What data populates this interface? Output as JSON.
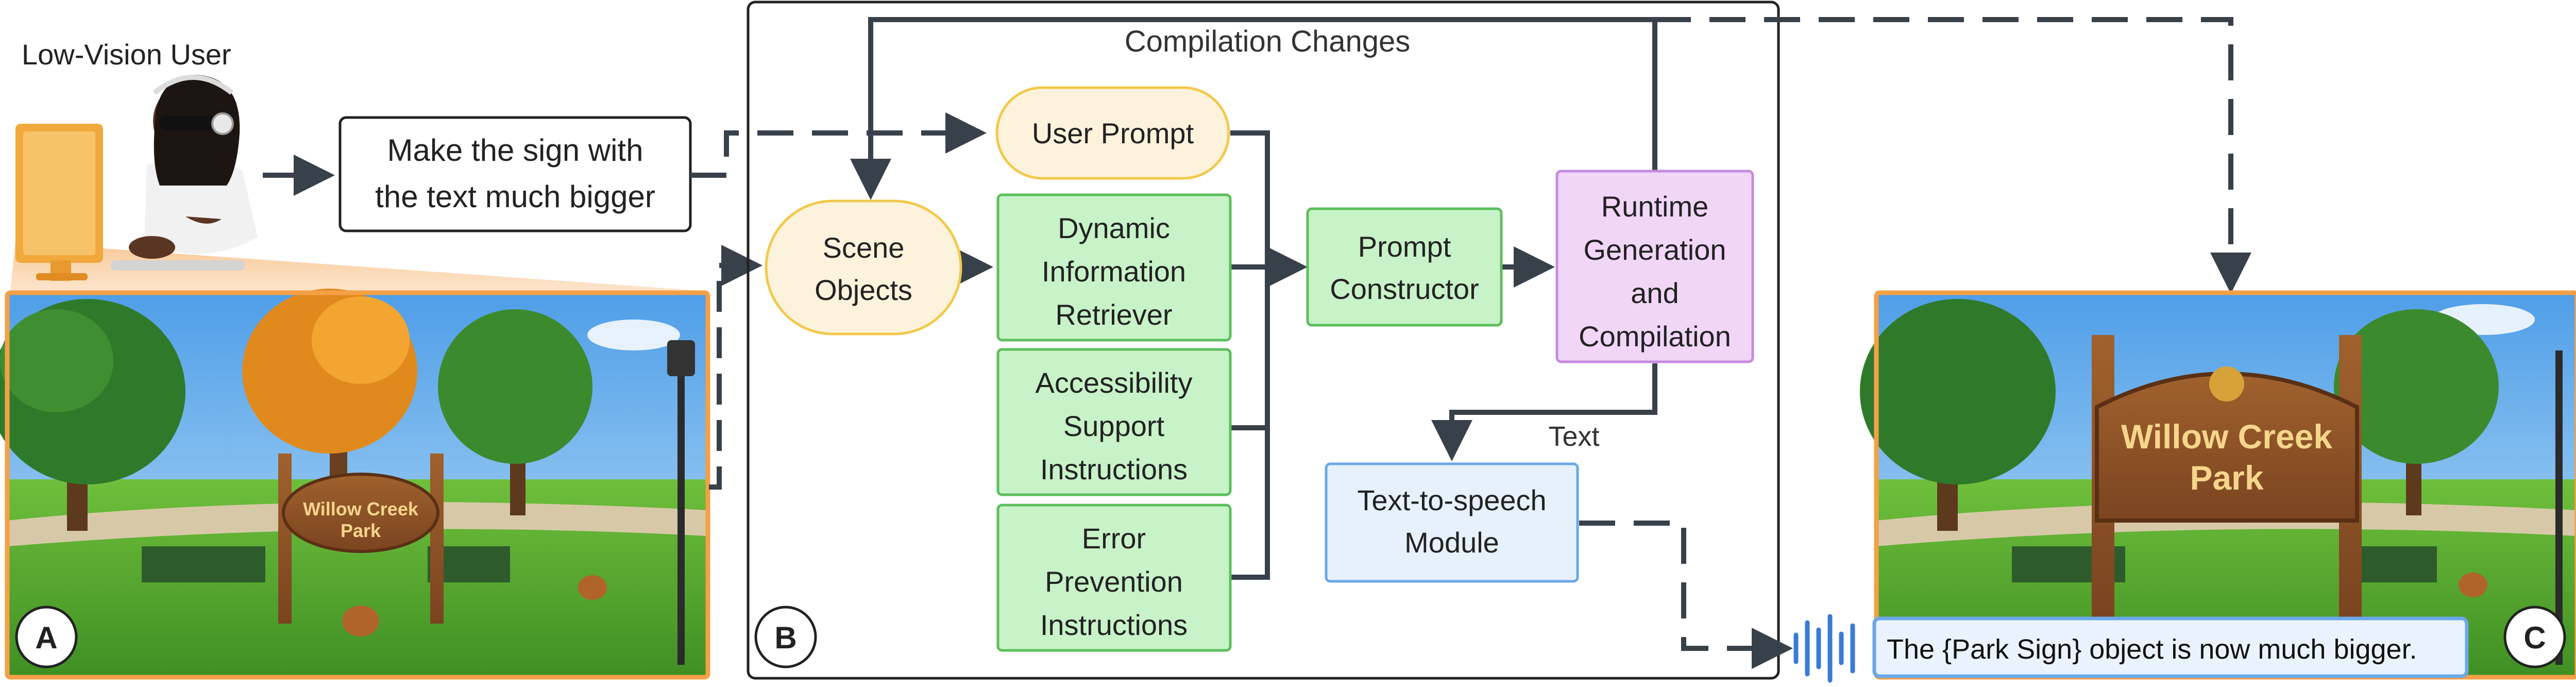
{
  "user_label": "Low-Vision User",
  "user_request": [
    "Make the sign with",
    "the text much bigger"
  ],
  "panel_a_label": "A",
  "panel_b_label": "B",
  "panel_c_label": "C",
  "compilation_changes_label": "Compilation Changes",
  "nodes": {
    "user_prompt": [
      "User Prompt"
    ],
    "scene_objects": [
      "Scene",
      "Objects"
    ],
    "dynamic_information_retriever": [
      "Dynamic",
      "Information",
      "Retriever"
    ],
    "accessibility_support_instructions": [
      "Accessibility",
      "Support",
      "Instructions"
    ],
    "error_prevention_instructions": [
      "Error",
      "Prevention",
      "Instructions"
    ],
    "prompt_constructor": [
      "Prompt",
      "Constructor"
    ],
    "runtime_generation_and_compilation": [
      "Runtime",
      "Generation",
      "and",
      "Compilation"
    ],
    "text_to_speech_module": [
      "Text-to-speech",
      "Module"
    ]
  },
  "text_edge_label": "Text",
  "tts_output": "The {Park Sign} object is now much bigger.",
  "sign_before": [
    "Willow Creek",
    "Park"
  ],
  "sign_after": [
    "Willow Creek",
    "Park"
  ],
  "colors": {
    "yellow_fill": "#fdf3dc",
    "yellow_border": "#f2c94c",
    "green_fill": "#c8f2c8",
    "green_border": "#5cbf5c",
    "purple_fill": "#f1d6f8",
    "purple_border": "#c58be0",
    "blue_fill": "#e6f1fc",
    "blue_border": "#6aa8e8",
    "orange_frame": "#f4a046",
    "arrow": "#38414a"
  }
}
